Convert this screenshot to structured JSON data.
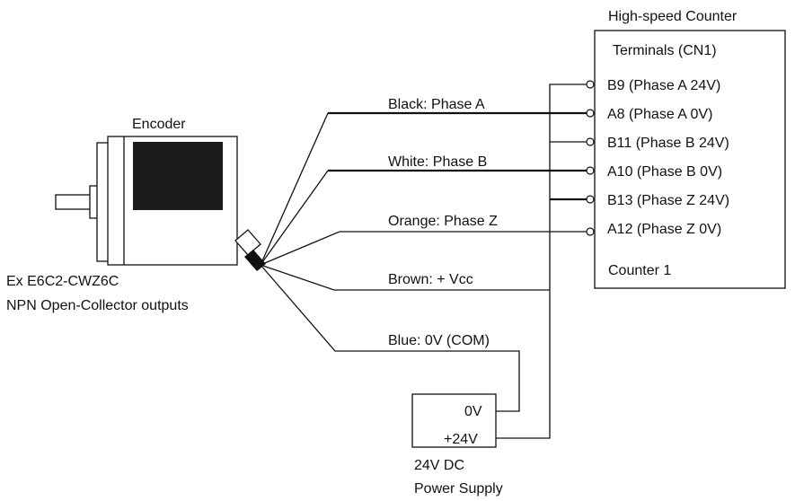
{
  "counter": {
    "title": "High-speed Counter",
    "header": "Terminals (CN1)",
    "terminals": [
      "B9 (Phase A 24V)",
      "A8 (Phase A 0V)",
      "B11 (Phase B 24V)",
      "A10 (Phase B 0V)",
      "B13 (Phase Z 24V)",
      "A12 (Phase Z 0V)"
    ],
    "footer": "Counter 1"
  },
  "encoder": {
    "title": "Encoder",
    "model": "Ex E6C2-CWZ6C",
    "output_type": "NPN Open-Collector outputs"
  },
  "wires": {
    "black": "Black: Phase A",
    "white": "White: Phase B",
    "orange": "Orange: Phase Z",
    "brown": "Brown: + Vcc",
    "blue": "Blue: 0V (COM)"
  },
  "power_supply": {
    "zero_v": "0V",
    "plus_24v": "+24V",
    "label_line1": "24V DC",
    "label_line2": "Power Supply"
  }
}
